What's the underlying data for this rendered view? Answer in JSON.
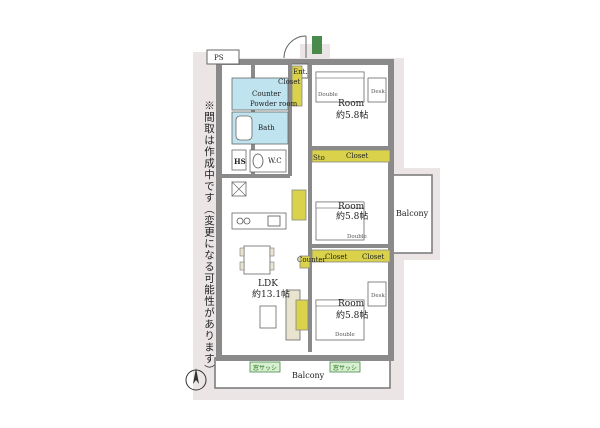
{
  "note": "※間取は作成中です（変更になる可能性があります）",
  "labels": {
    "ps": "PS",
    "ent": "Ent.",
    "closet_top": "Closet",
    "counter_powder": "Counter",
    "powder_room": "Powder room",
    "bath": "Bath",
    "hs": "HS",
    "wc": "W.C",
    "sto": "Sto",
    "closet_mid": "Closet",
    "counter_lower": "Counter",
    "closet_b": "Closet",
    "closet_c": "Closet",
    "balcony_right": "Balcony",
    "balcony_bottom": "Balcony",
    "ldk": "LDK",
    "ldk_size": "約13.1帖"
  },
  "rooms": [
    {
      "name": "Room",
      "size": "約5.8帖"
    },
    {
      "name": "Room",
      "size": "約5.8帖"
    },
    {
      "name": "Room",
      "size": "約5.8帖"
    }
  ],
  "furniture": {
    "double": "Double",
    "desk": "Desk"
  },
  "windows": [
    "窓サッシ",
    "窓サッシ"
  ],
  "colors": {
    "wall": "#8a8a8a",
    "floor": "#ffffff",
    "closet": "#d9d24a",
    "water": "#bfe3ef",
    "outer": "#ece5e6"
  }
}
